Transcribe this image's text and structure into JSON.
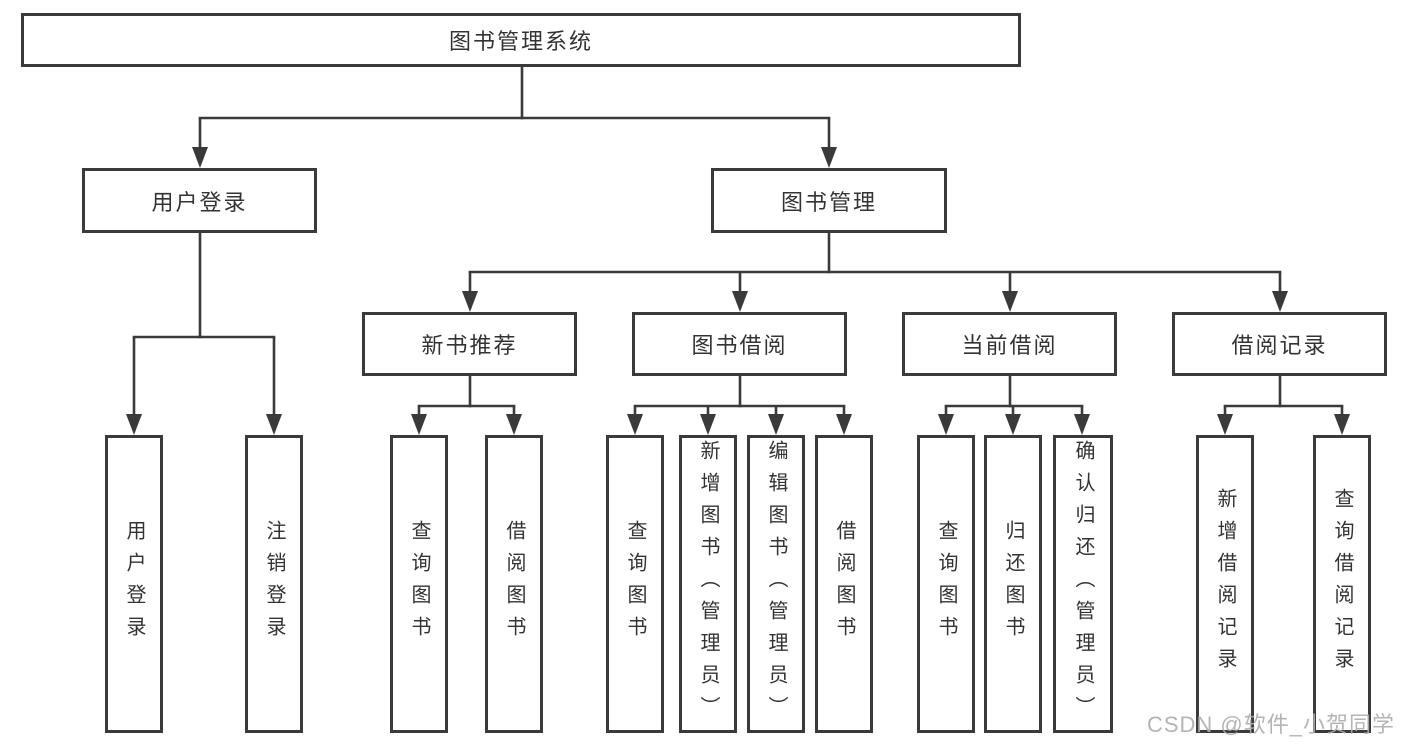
{
  "diagram": {
    "root": "图书管理系统",
    "level2": [
      "用户登录",
      "图书管理"
    ],
    "level3": [
      "新书推荐",
      "图书借阅",
      "当前借阅",
      "借阅记录"
    ],
    "leaves": {
      "user_login": [
        "用户登录",
        "注销登录"
      ],
      "new_book": [
        "查询图书",
        "借阅图书"
      ],
      "book_borrow": [
        "查询图书",
        "新增图书（管理员）",
        "编辑图书（管理员）",
        "借阅图书"
      ],
      "current_borrow": [
        "查询图书",
        "归还图书",
        "确认归还（管理员）"
      ],
      "borrow_record": [
        "新增借阅记录",
        "查询借阅记录"
      ]
    }
  },
  "watermark": "CSDN @软件_小贺同学",
  "colors": {
    "line": "#3a3a3a",
    "box_border": "#3a3a3a",
    "text": "#333333",
    "background": "#ffffff",
    "watermark": "#acacac"
  }
}
